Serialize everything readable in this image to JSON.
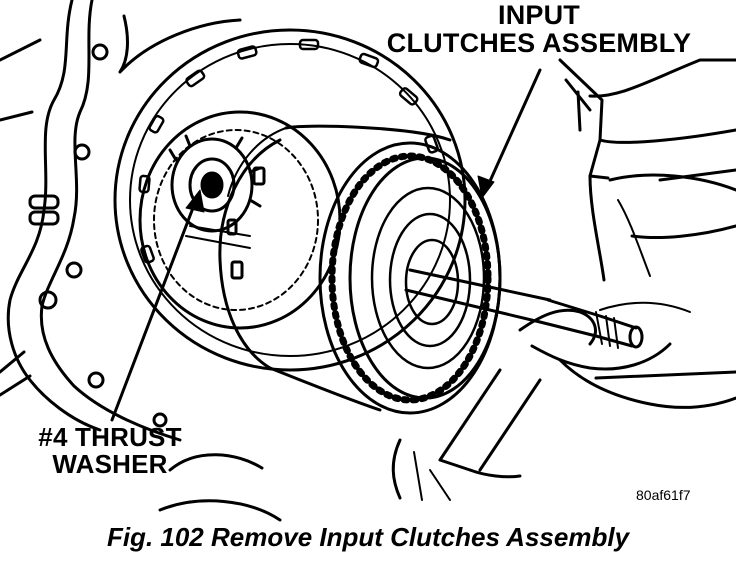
{
  "callouts": {
    "input_clutches": {
      "line1": "INPUT",
      "line2": "CLUTCHES ASSEMBLY"
    },
    "thrust_washer": {
      "line1": "#4 THRUST",
      "line2": "WASHER"
    }
  },
  "figure_code": "80af61f7",
  "caption": "Fig. 102 Remove Input Clutches Assembly"
}
